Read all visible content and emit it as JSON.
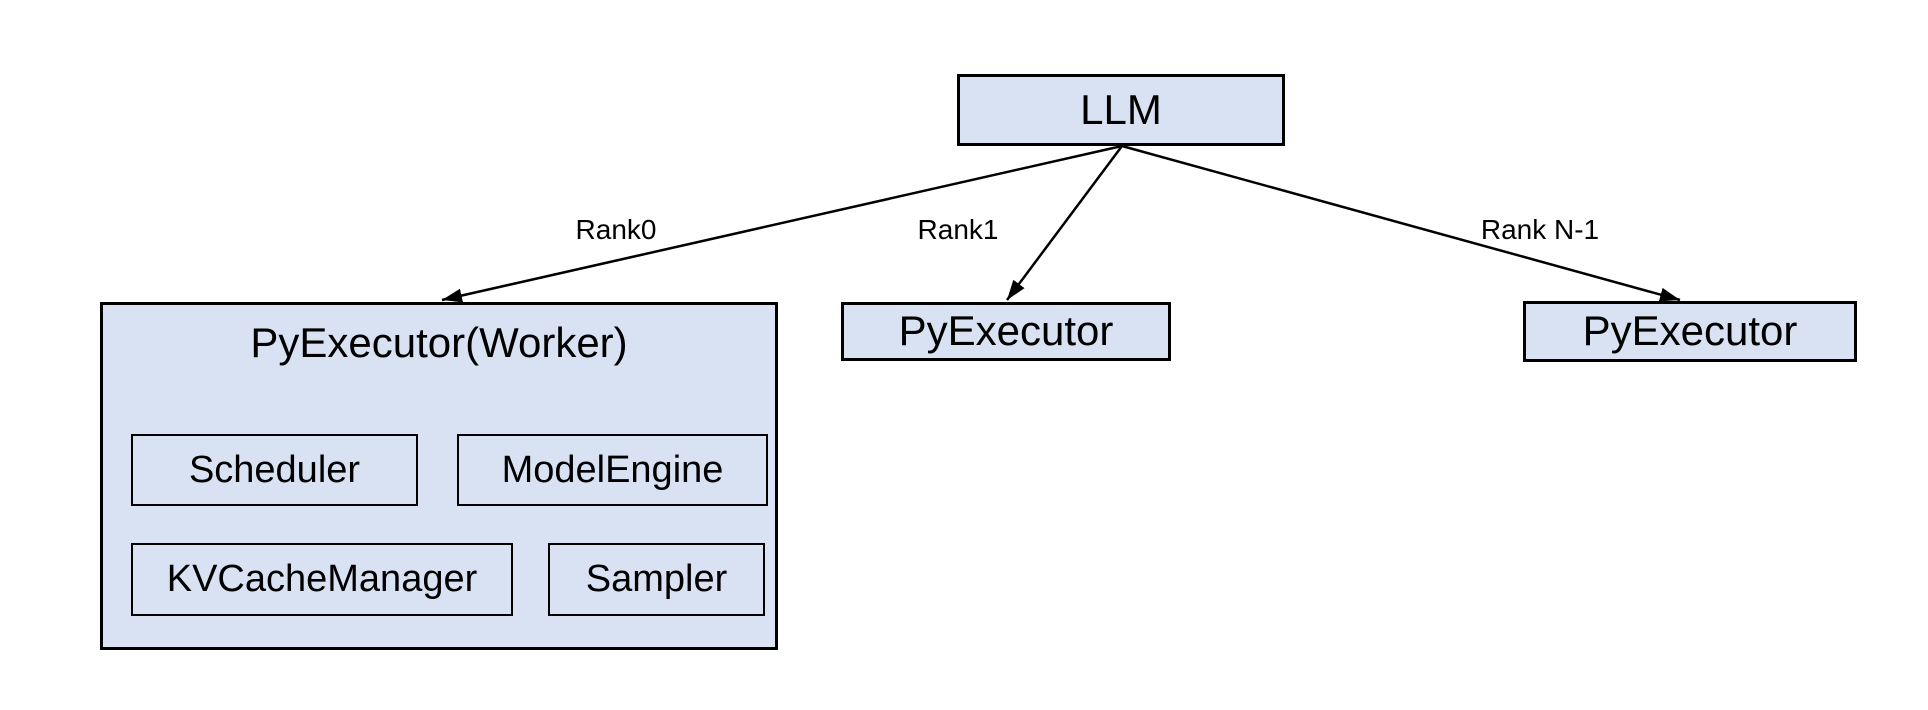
{
  "diagram": {
    "colors": {
      "background": "#ffffff",
      "box_fill": "#d9e2f3",
      "box_border": "#000000",
      "text_color": "#000000",
      "arrow_color": "#000000"
    },
    "llm": {
      "label": "LLM"
    },
    "edges": [
      {
        "label": "Rank0"
      },
      {
        "label": "Rank1"
      },
      {
        "label": "Rank N-1"
      }
    ],
    "workers": {
      "worker0": {
        "title": "PyExecutor(Worker)",
        "components": [
          "Scheduler",
          "ModelEngine",
          "KVCacheManager",
          "Sampler"
        ]
      },
      "worker1": {
        "label": "PyExecutor"
      },
      "workerN": {
        "label": "PyExecutor"
      }
    }
  }
}
